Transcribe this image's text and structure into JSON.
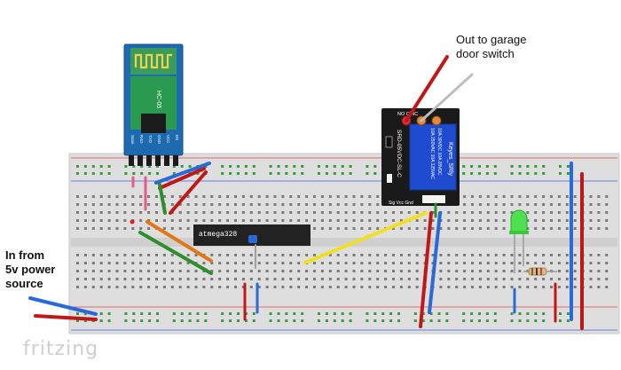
{
  "annotations": {
    "out_line1": "Out to garage",
    "out_line2": "door switch",
    "in_line1": "In from",
    "in_line2": "5v power",
    "in_line3": "source"
  },
  "logo": "fritzing",
  "components": {
    "bluetooth_label": "HC-05",
    "bluetooth_pins": [
      "State",
      "RXD",
      "TXD",
      "GND",
      "VCC",
      "EN"
    ],
    "chip_label": "atmega328",
    "relay_text1": "SRD-05VDC-SL-C",
    "relay_text2": "10A 250VAC  10A 125VAC",
    "relay_text3": "10A 30VDC  10A 28VDC",
    "relay_brand": "Keyes_SRly",
    "relay_pins": "Sig Vcc Gnd",
    "relay_terminals": "NO  C  NC"
  },
  "colors": {
    "board": "#dedede",
    "rail_red": "#e06a6a",
    "rail_blue": "#6a7fe0",
    "wire_red": "#c01818",
    "wire_blue": "#2a6ad8",
    "wire_green": "#2e8e2e",
    "wire_orange": "#e07818",
    "wire_yellow": "#f0e020",
    "wire_grey": "#b8b8b8",
    "module_blue": "#1e6ab0",
    "pcb_green": "#2a9a50",
    "led_green": "#4ee04e"
  }
}
